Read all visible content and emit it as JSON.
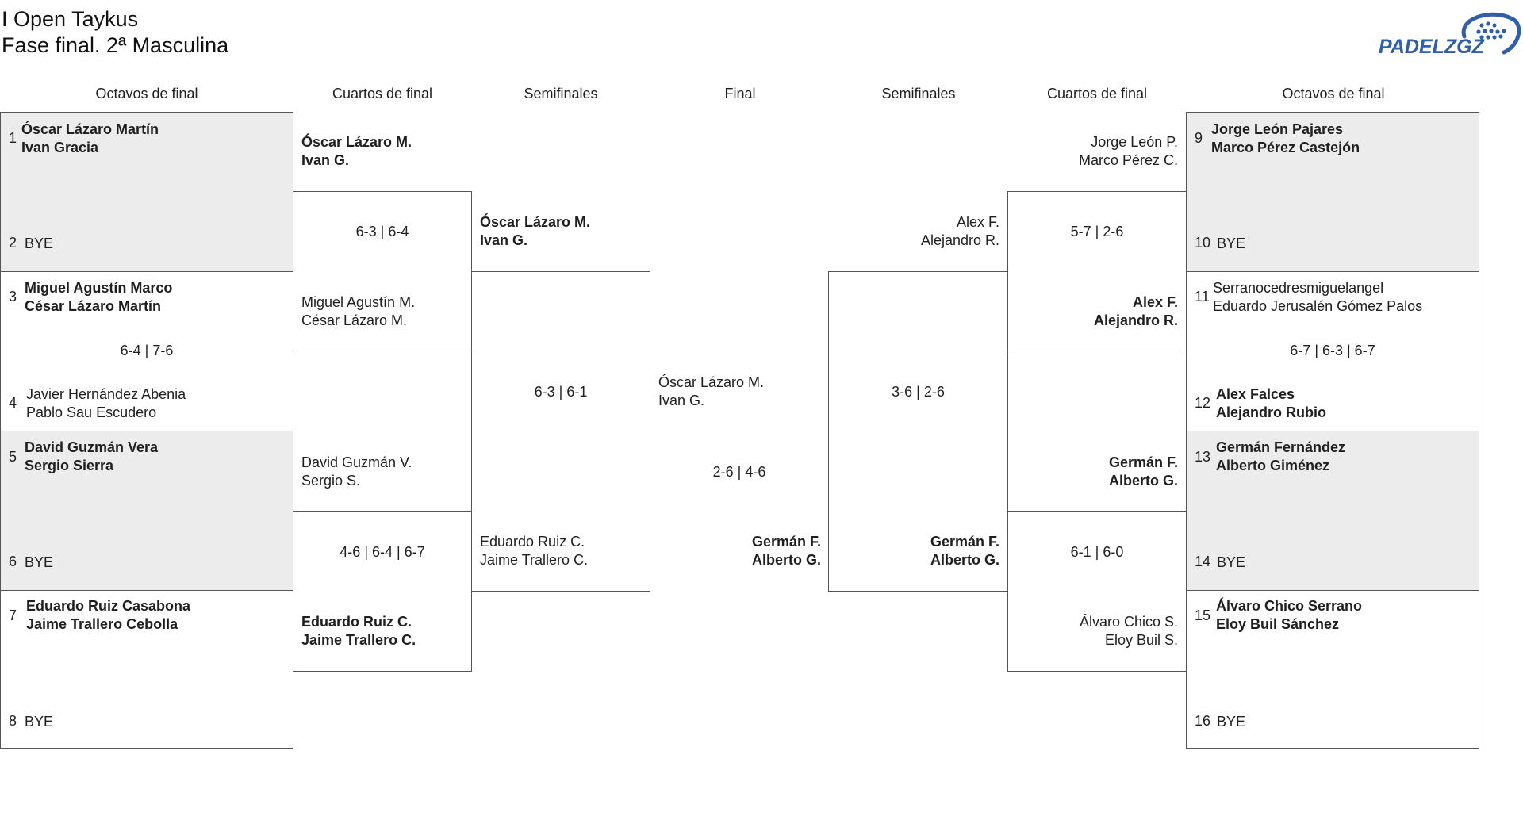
{
  "header": {
    "title_line1": "I Open Taykus",
    "title_line2": "Fase final. 2ª Masculina"
  },
  "logo": {
    "text": "PADELZGZ",
    "icon": "padel-ball-icon",
    "color": "#2f5fa8"
  },
  "columns": {
    "l_oct": "Octavos de final",
    "l_qf": "Cuartos de final",
    "l_sf": "Semifinales",
    "final": "Final",
    "r_sf": "Semifinales",
    "r_qf": "Cuartos de final",
    "r_oct": "Octavos de final"
  },
  "left_oct": [
    {
      "seed": "1",
      "team": [
        "Óscar Lázaro Martín",
        "Ivan Gracia"
      ]
    },
    {
      "seed": "2",
      "team": [
        "BYE"
      ]
    },
    {
      "seed": "3",
      "team": [
        "Miguel Agustín Marco",
        "César Lázaro Martín"
      ]
    },
    {
      "seed": "4",
      "team": [
        "Javier Hernández Abenia",
        "Pablo Sau Escudero"
      ]
    },
    {
      "seed": "5",
      "team": [
        "David Guzmán Vera",
        "Sergio Sierra"
      ]
    },
    {
      "seed": "6",
      "team": [
        "BYE"
      ]
    },
    {
      "seed": "7",
      "team": [
        "Eduardo Ruiz Casabona",
        "Jaime Trallero Cebolla"
      ]
    },
    {
      "seed": "8",
      "team": [
        "BYE"
      ]
    }
  ],
  "left_oct_score": "6-4 | 7-6",
  "left_qf": [
    {
      "team": [
        "Óscar Lázaro M.",
        "Ivan G."
      ]
    },
    {
      "team": [
        "Miguel Agustín M.",
        "César Lázaro M."
      ]
    },
    {
      "team": [
        "David Guzmán V.",
        "Sergio S."
      ]
    },
    {
      "team": [
        "Eduardo Ruiz C.",
        "Jaime Trallero C."
      ]
    }
  ],
  "left_qf_scores": [
    "6-3 | 6-4",
    "4-6 | 6-4 | 6-7"
  ],
  "left_sf": [
    {
      "team": [
        "Óscar Lázaro M.",
        "Ivan G."
      ]
    },
    {
      "team": [
        "Eduardo Ruiz C.",
        "Jaime Trallero C."
      ]
    }
  ],
  "left_sf_score": "6-3 | 6-1",
  "final": {
    "team_a": [
      "Óscar Lázaro M.",
      "Ivan G."
    ],
    "team_b": [
      "Germán F.",
      "Alberto G."
    ],
    "score": "2-6 | 4-6"
  },
  "right_sf": [
    {
      "team": [
        "Alex F.",
        "Alejandro R."
      ]
    },
    {
      "team": [
        "Germán F.",
        "Alberto G."
      ]
    }
  ],
  "right_sf_score": "3-6 | 2-6",
  "right_qf": [
    {
      "team": [
        "Jorge León P.",
        "Marco Pérez C."
      ]
    },
    {
      "team": [
        "Alex F.",
        "Alejandro R."
      ]
    },
    {
      "team": [
        "Germán F.",
        "Alberto G."
      ]
    },
    {
      "team": [
        "Álvaro Chico S.",
        "Eloy Buil S."
      ]
    }
  ],
  "right_qf_scores": [
    "5-7 | 2-6",
    "6-1 | 6-0"
  ],
  "right_oct": [
    {
      "seed": "9",
      "team": [
        "Jorge León Pajares",
        "Marco Pérez Castejón"
      ]
    },
    {
      "seed": "10",
      "team": [
        "BYE"
      ]
    },
    {
      "seed": "11",
      "team": [
        "Serranocedresmiguelangel",
        "Eduardo Jerusalén Gómez Palos"
      ]
    },
    {
      "seed": "12",
      "team": [
        "Alex Falces",
        "Alejandro Rubio"
      ]
    },
    {
      "seed": "13",
      "team": [
        "Germán Fernández",
        "Alberto Giménez"
      ]
    },
    {
      "seed": "14",
      "team": [
        "BYE"
      ]
    },
    {
      "seed": "15",
      "team": [
        "Álvaro Chico Serrano",
        "Eloy Buil Sánchez"
      ]
    },
    {
      "seed": "16",
      "team": [
        "BYE"
      ]
    }
  ],
  "right_oct_score": "6-7 | 6-3 | 6-7"
}
